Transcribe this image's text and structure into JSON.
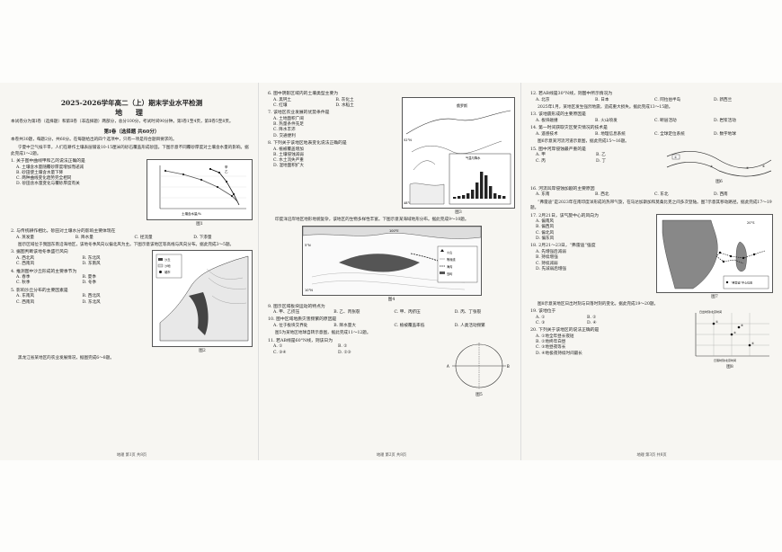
{
  "col1": {
    "title": "2025-2026学年高二（上）期末学业水平检测",
    "subject": "地 理",
    "intro": "本试卷分为第Ⅰ卷（选择题）和第Ⅱ卷（非选择题）两部分，总分100分，考试时间90分钟。第Ⅰ卷1至4页，第Ⅱ卷5至8页。",
    "section1": "第Ⅰ卷（选择题 共60分）",
    "section1_note": "本卷共30题，每题2分，共60分。在每题给出的四个选项中，只有一项是符合题目要求的。",
    "passage1": "宁夏中卫气候干旱，人们在耕作土壤表层铺设10-15厘米的砂石覆盖形成砂田。下图示意不同覆砂厚度对土壤含水量的影响。据此完成1～2题。",
    "q1": "1. 关于图中曲线甲和乙的说法正确的是",
    "q1_opts": [
      "A. 土壤含水量随覆砂厚度增加而递减",
      "B. 砂田使土壤含水量下降",
      "C. 两种曲线变化趋势完全相同",
      "D. 砂田含水量变化与覆砂厚度有关"
    ],
    "q2": "2. 与传统耕作相比，砂田对土壤水分的影响主要体现在",
    "q2_opts": [
      "A. 蒸发量",
      "B. 降水量",
      "C. 径流量",
      "D. 下渗量"
    ],
    "fig1_cap": "图1",
    "fig1_legend": [
      "甲",
      "乙"
    ],
    "fig1_xlabel": "土壤含水量/%",
    "passage2": "图示区域位于我国东南沿海地区，该地冬季风向以偏北风为主。下图示意该地区等高线与风向分布。据此完成3～5题。",
    "q3": "3. 据图判断该地冬季盛行风向",
    "q3_opts": [
      "A. 西北风",
      "B. 东北风",
      "C. 西南风",
      "D. 东南风"
    ],
    "q4": "4. 推测图中沙丘形成的主要季节为",
    "q4_opts": [
      "A. 春季",
      "B. 夏季",
      "C. 秋季",
      "D. 冬季"
    ],
    "q5": "5. 影响沙丘分布的主要因素是",
    "q5_opts": [
      "A. 东南风",
      "B. 西北风",
      "C. 西南风",
      "D. 东北风"
    ],
    "fig2_cap": "图2",
    "fig2_legend": [
      "沙丘",
      "沙地",
      "城市"
    ],
    "passage3": "黑龙江省某地区的农业发展情况，据图完成6～8题。",
    "footer": "地理 第1页 共8页"
  },
  "col2": {
    "q6": "6. 图中阴影区域内的土壤类型主要为",
    "q6_opts": [
      "A. 黑钙土",
      "B. 灰化土",
      "C. 红壤",
      "D. 水稻土"
    ],
    "q7": "7. 该地区农业发展的优势条件是",
    "q7_opts": [
      "A. 土地面积广阔",
      "B. 热量条件充足",
      "C. 降水丰沛",
      "D. 交通便利"
    ],
    "q8": "8. 下列关于该地区地表变化说法正确的是",
    "q8_opts": [
      "A. 植被覆盖增加",
      "B. 土壤侵蚀减弱",
      "C. 水土流失严重",
      "D. 湿地面积扩大"
    ],
    "fig3_label_top": "俄罗斯",
    "fig3_lat1": "52°N",
    "fig3_lat2": "48°N",
    "fig3_chart_title": "气温与降水",
    "fig3_cap": "图3",
    "passage4": "印度洋沿岸地区地形地貌复杂，该地区的生物多样性丰富。下图示意某海域地形分布。据此完成9～10题。",
    "fig4_lon": "100°E",
    "fig4_lat1": "5°N",
    "fig4_lat2": "10°N",
    "fig4_legend": [
      "火山",
      "等深线",
      "海沟",
      "岛屿"
    ],
    "fig4_cap": "图4",
    "q9": "9. 图示区域板块运动的特点为",
    "q9_opts": [
      "A. 甲、乙挤压",
      "B. 乙、丙张裂",
      "C. 甲、丙挤压",
      "D. 丙、丁张裂"
    ],
    "q10": "10. 图中区域地质灾害频繁的原因是",
    "q10_opts": [
      "A. 位于板块交界处",
      "B. 降水量大",
      "C. 植被覆盖率低",
      "D. 人类活动频繁"
    ],
    "passage5": "图5为某地区地球自转示意图，据此完成11～12题。",
    "q11": "11. 若AB线是60°N线，则该日为",
    "q11_opts": [
      "A. ①",
      "B. ②",
      "C. ③④",
      "D. ②③"
    ],
    "fig5_cap": "图5",
    "footer": "地理 第2页 共8页"
  },
  "col3": {
    "q12": "12. 若AB线是30°N线，则图中所示情况为",
    "q12_opts": [
      "A. 北京",
      "B. 日本",
      "C. 阿拉伯半岛",
      "D. 新西兰"
    ],
    "passage6": "2025年1月，某地区发生强烈地震，造成重大损失。据此完成13～15题。",
    "q13": "13. 该地震形成的主要原因是",
    "q13_opts": [
      "A. 板块碰撞",
      "B. 火山喷发",
      "C. 断层活动",
      "D. 岩浆活动"
    ],
    "q14": "14. 第一时间获取灾区受灾情况的技术是",
    "q14_opts": [
      "A. 遥感技术",
      "B. 地理信息系统",
      "C. 全球定位系统",
      "D. 数字地球"
    ],
    "passage7": "图6示意某河流河道示意图，据此完成15～16题。",
    "q15": "15. 图中河岸侵蚀最严重的是",
    "q15_opts": [
      "A. 甲",
      "B. 乙",
      "C. 丙",
      "D. 丁"
    ],
    "fig6_cap": "图6",
    "q16": "16. 河流凹岸侵蚀加剧的主要原因",
    "q16_opts": [
      "A. 东南",
      "B. 西北",
      "C. 东北",
      "D. 西南"
    ],
    "passage8": "“弗雷迪”是2023年在南印度洋形成的热带气旋，在马达加斯加和莫桑比克之间多次登陆。图7示意其移动路径。据此完成17～19题。",
    "q17": "17. 2月21日，该气旋中心的风向为",
    "q17_opts": [
      "A. 偏南风",
      "B. 偏西风",
      "C. 偏北风",
      "D. 偏东风"
    ],
    "q18": "18. 2月21～23日，“弗雷迪”强度",
    "q18_opts": [
      "A. 先增强后减弱",
      "B. 持续增强",
      "C. 持续减弱",
      "D. 先减弱后增强"
    ],
    "fig7_cap": "图7",
    "fig7_legend": "“弗雷迪”中心位置",
    "fig7_lat": "20°S",
    "passage9": "图8示意某地区日出时刻与日落时刻的变化。据此完成19～20题。",
    "q19": "19. 该地位于",
    "q19_opts": [
      "A. ①",
      "B. ②",
      "C. ③",
      "D. ④"
    ],
    "q20": "20. 下列关于该地区的说法正确的是",
    "q20_opts": [
      "A. ①地全年昼长夜短",
      "B. ②地终年白昼",
      "C. ③地昼夜等长",
      "D. ④地极夜持续时间最长"
    ],
    "fig8_cap": "图8",
    "fig8_ylabel": "日出时刻/北京时间",
    "fig8_xlabel": "日落时刻/北京时间",
    "footer": "地理 第3页 共8页"
  }
}
